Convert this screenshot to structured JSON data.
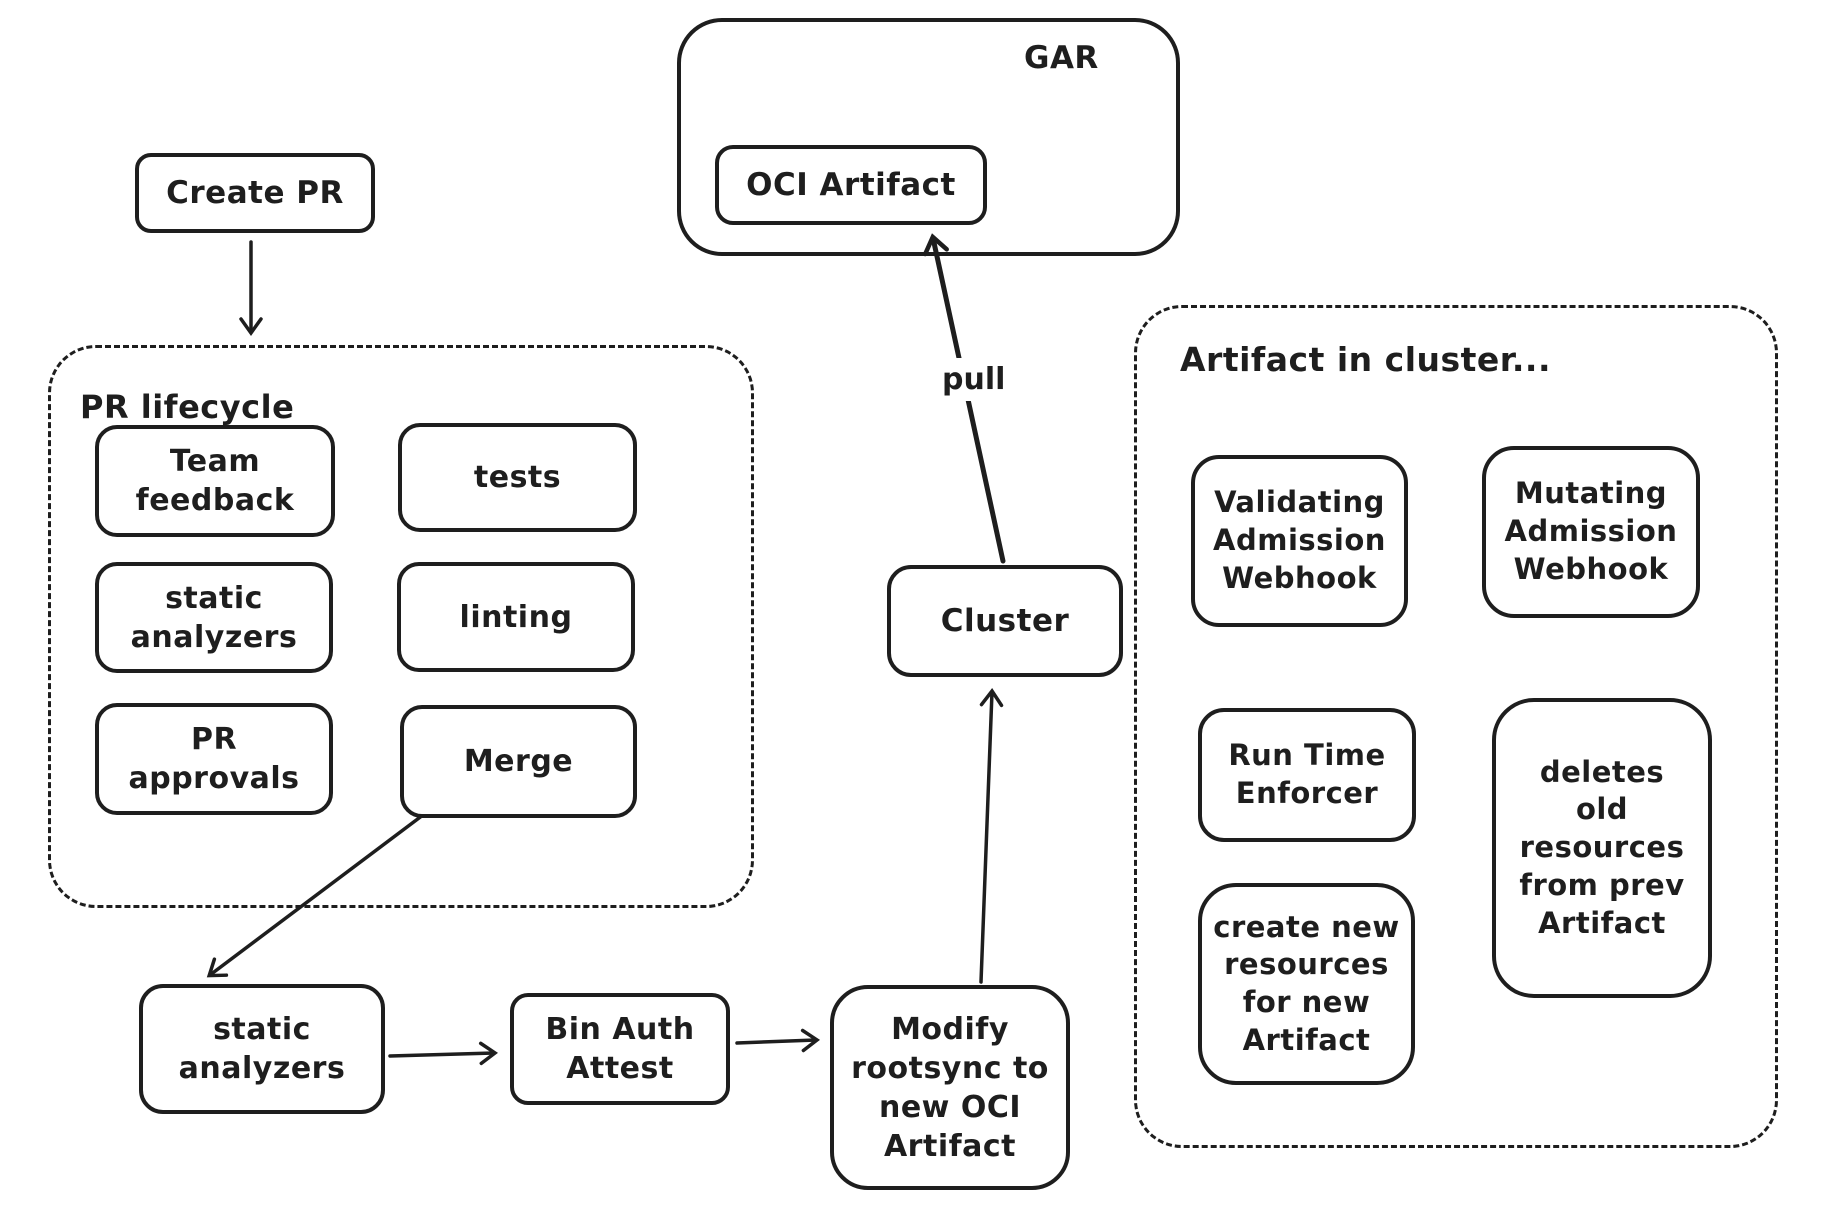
{
  "colors": {
    "stroke": "#1e1e1e",
    "background": "#ffffff"
  },
  "diagram": {
    "create_pr": "Create PR",
    "gar": {
      "title": "GAR",
      "oci_artifact": "OCI Artifact"
    },
    "pull_label": "pull",
    "cluster": "Cluster",
    "pr_lifecycle": {
      "title": "PR lifecycle",
      "team_feedback": "Team feedback",
      "tests": "tests",
      "static_analyzers": "static analyzers",
      "linting": "linting",
      "pr_approvals": "PR approvals",
      "merge": "Merge"
    },
    "artifact_panel": {
      "title": "Artifact in cluster...",
      "validating": "Validating Admission Webhook",
      "mutating": "Mutating Admission Webhook",
      "runtime": "Run Time Enforcer",
      "deletes": "deletes old resources from prev Artifact",
      "creates": "create new resources for new Artifact"
    },
    "pipeline": {
      "static_analyzers": "static analyzers",
      "bin_auth": "Bin Auth Attest",
      "modify": "Modify rootsync to new OCI Artifact"
    }
  }
}
